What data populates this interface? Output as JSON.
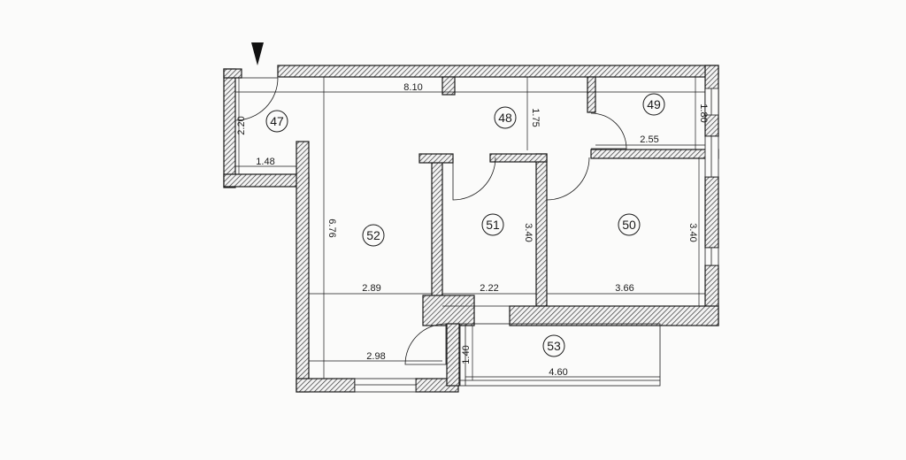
{
  "rooms": [
    {
      "id": "47"
    },
    {
      "id": "48"
    },
    {
      "id": "49"
    },
    {
      "id": "50"
    },
    {
      "id": "51"
    },
    {
      "id": "52"
    },
    {
      "id": "53"
    }
  ],
  "dimensions": {
    "top_width": "8.10",
    "r47_height": "2.20",
    "r47_width": "1.48",
    "r48_height": "1.75",
    "r49_height": "1.80",
    "r49_width": "2.55",
    "r52_height": "6.76",
    "r52_width": "2.89",
    "r52_lower_width": "2.98",
    "r51_height": "3.40",
    "r51_width": "2.22",
    "r50_height": "3.40",
    "r50_width": "3.66",
    "r53_height": "1.40",
    "r53_width": "4.60"
  },
  "entrance_icon": "entrance-arrow-icon"
}
